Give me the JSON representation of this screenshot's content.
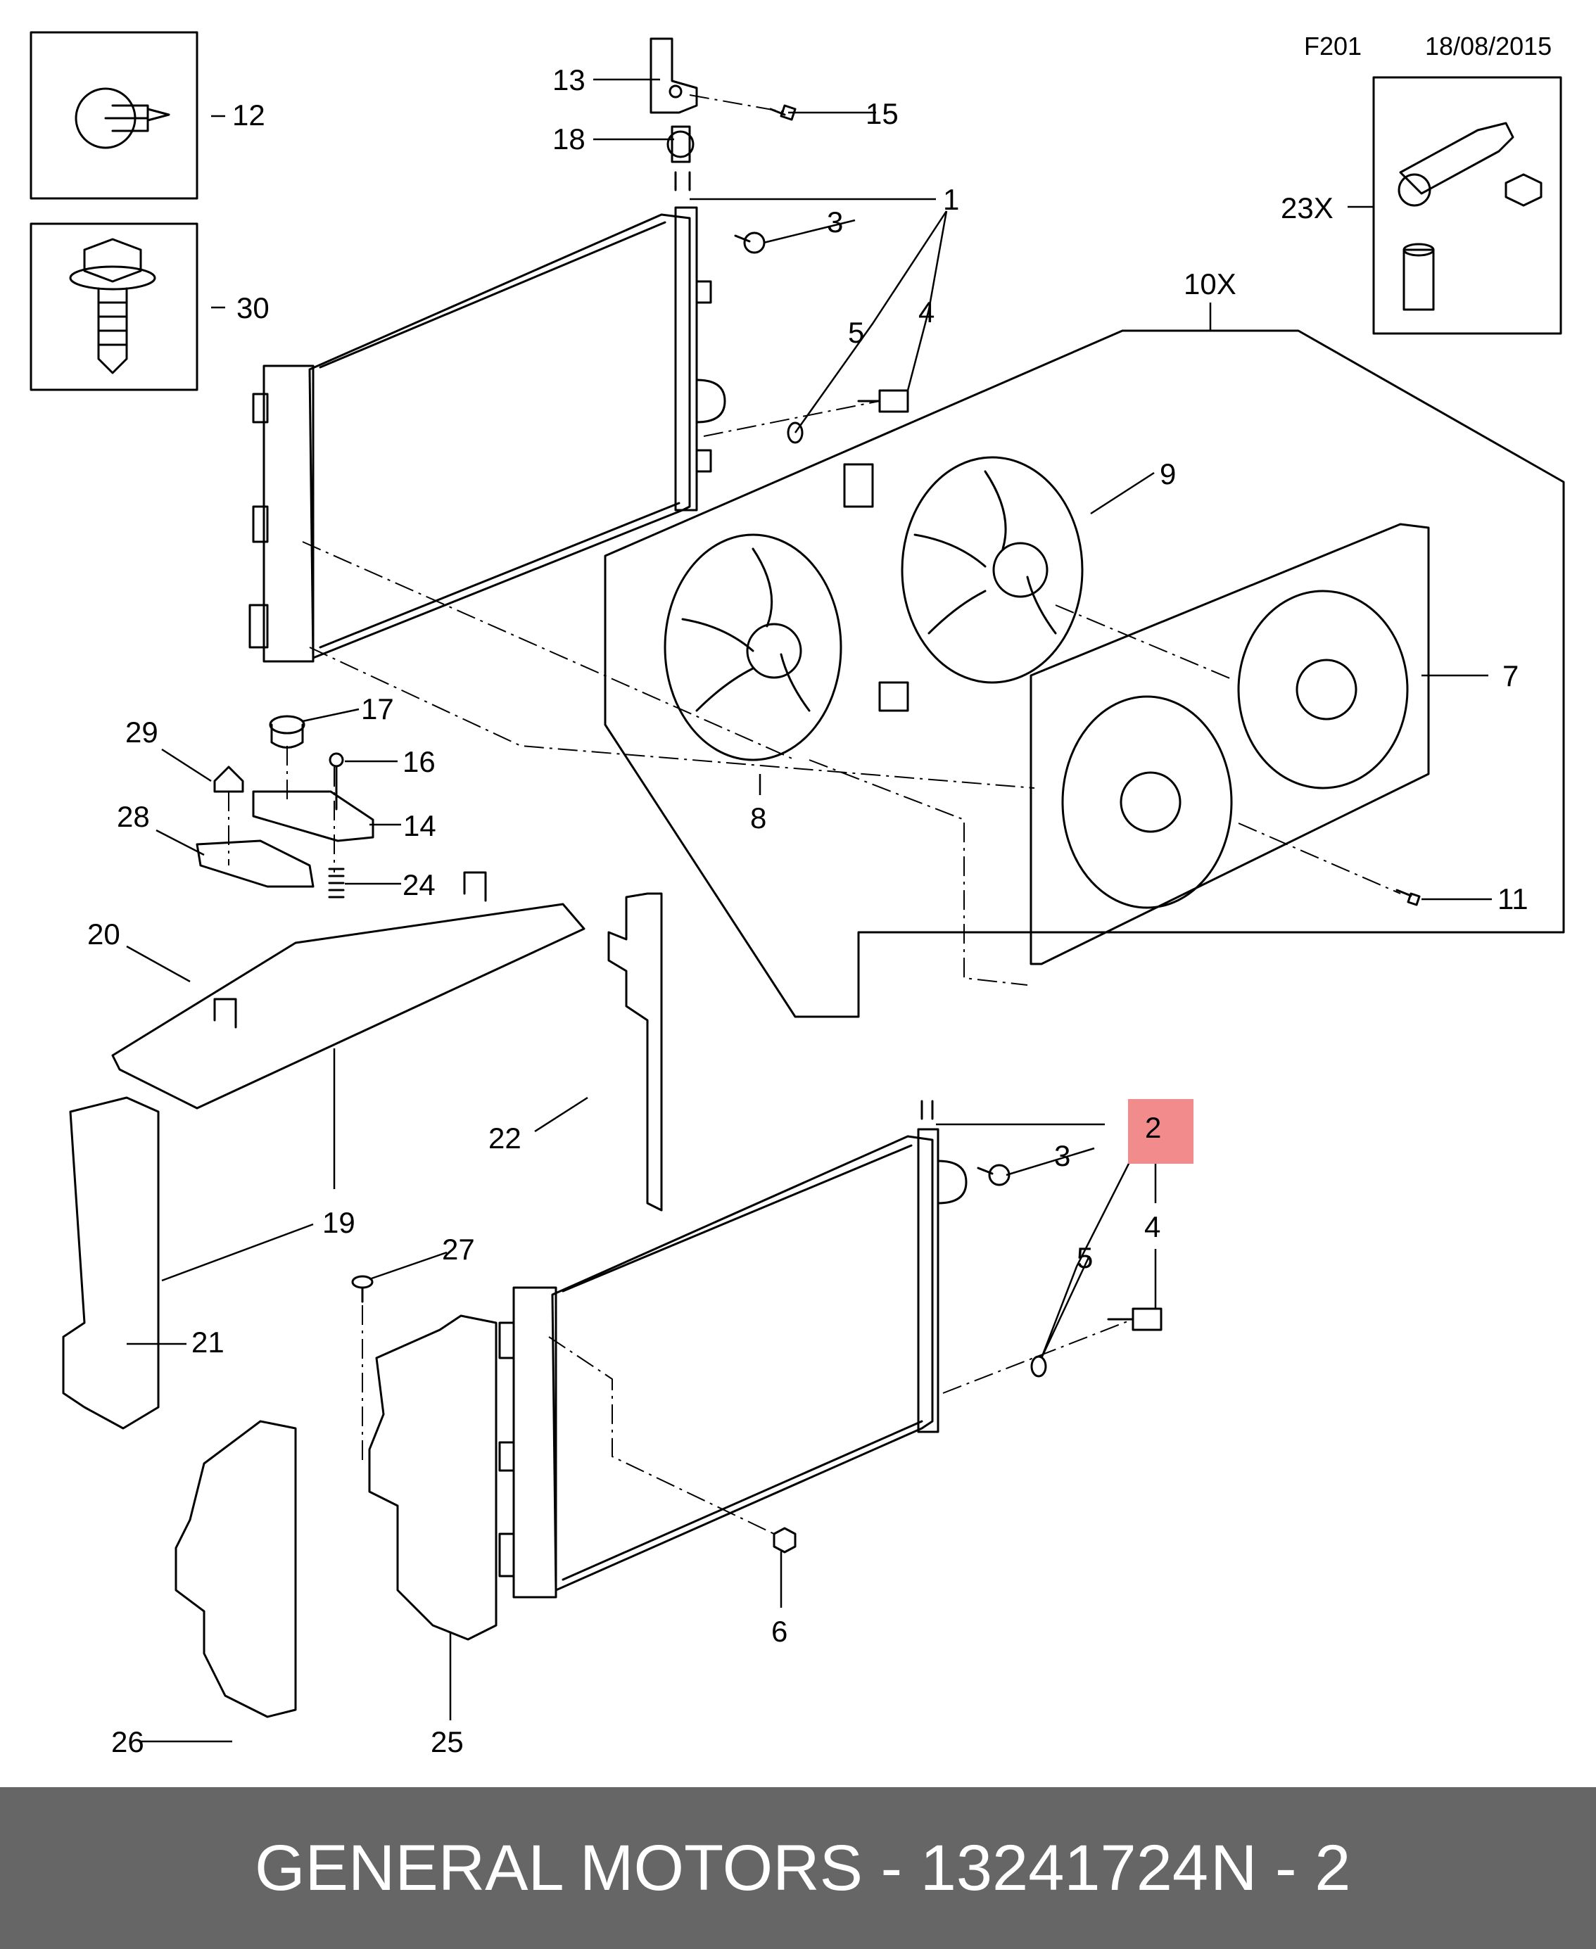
{
  "header": {
    "code": "F201",
    "date": "18/08/2015"
  },
  "labels": {
    "l1": "1",
    "l2": "2",
    "l3a": "3",
    "l3b": "3",
    "l4a": "4",
    "l4b": "4",
    "l5a": "5",
    "l5b": "5",
    "l6": "6",
    "l7": "7",
    "l8": "8",
    "l9": "9",
    "l10x": "10X",
    "l11": "11",
    "l12": "12",
    "l13": "13",
    "l14": "14",
    "l15": "15",
    "l16": "16",
    "l17": "17",
    "l18": "18",
    "l19": "19",
    "l20": "20",
    "l21": "21",
    "l22": "22",
    "l23x": "23X",
    "l24": "24",
    "l25": "25",
    "l26": "26",
    "l27": "27",
    "l28": "28",
    "l29": "29",
    "l30": "30"
  },
  "highlight": {
    "color": "#f28b8b"
  },
  "footer": {
    "brand_part": "GENERAL MOTORS - 13241724",
    "page": "N - 2"
  }
}
